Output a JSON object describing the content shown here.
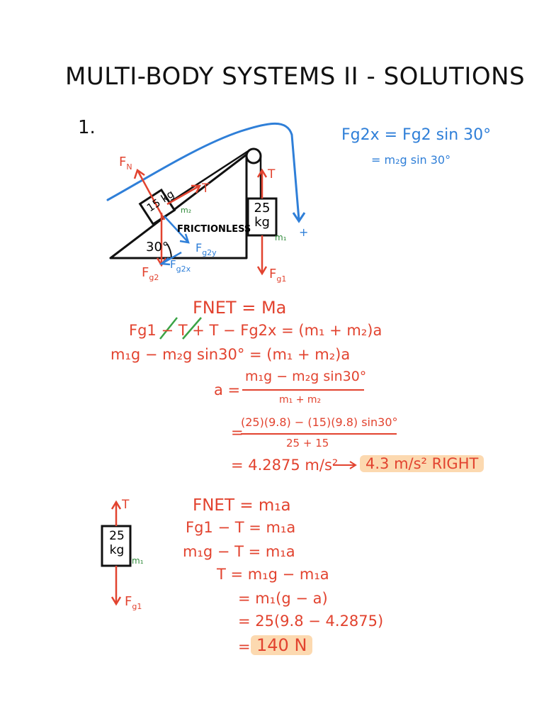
{
  "title": "MULTI-BODY SYSTEMS II - SOLUTIONS",
  "question_number": "1.",
  "diagram": {
    "mass2": "15 kg",
    "mass1": "25 kg",
    "angle": "30°",
    "surface": "FRICTIONLESS",
    "labels": {
      "fn": "F",
      "fn_sub": "N",
      "t": "T",
      "m2": "m₂",
      "m1": "m₁",
      "plus": "+",
      "fg2y": "F",
      "fg2y_sub": "g2y",
      "fg2x": "F",
      "fg2x_sub": "g2x",
      "fg2": "F",
      "fg2_sub": "g2",
      "fg1": "F",
      "fg1_sub": "g1"
    }
  },
  "side_note": {
    "line1": "Fg2x = Fg2 sin 30°",
    "line2": "= m₂g sin 30°"
  },
  "work1": {
    "l1": "FNET = Ma",
    "l2": "Fg1 − T + T − Fg2x = (m₁ + m₂)a",
    "l3": "m₁g − m₂g sin30° = (m₁ + m₂)a",
    "l4_lhs": "a =",
    "l4_num": "m₁g − m₂g sin30°",
    "l4_den": "m₁ + m₂",
    "l5_eq": "=",
    "l5_num": "(25)(9.8) − (15)(9.8) sin30°",
    "l5_den": "25 + 15",
    "l6": "= 4.2875 m/s²",
    "answer": "4.3 m/s² RIGHT"
  },
  "diagram2": {
    "mass": "25 kg",
    "t": "T",
    "m1": "m₁",
    "fg1": "F",
    "fg1_sub": "g1"
  },
  "work2": {
    "l1": "FNET = m₁a",
    "l2": "Fg1 − T = m₁a",
    "l3": "m₁g − T = m₁a",
    "l4": "T = m₁g − m₁a",
    "l5": "= m₁(g − a)",
    "l6": "= 25(9.8 − 4.2875)",
    "l7_eq": "=",
    "answer": "140 N"
  }
}
